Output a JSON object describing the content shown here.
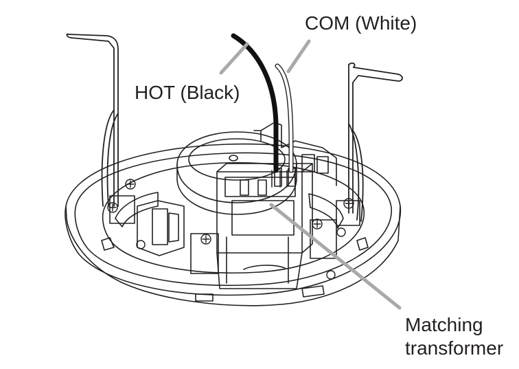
{
  "labels": {
    "com": "COM (White)",
    "hot": "HOT (Black)",
    "transformer_line1": "Matching",
    "transformer_line2": "transformer"
  },
  "colors": {
    "ink": "#231f20",
    "leader": "#a7a9ac",
    "hot_wire": "#111111",
    "com_wire": "#ffffff",
    "background": "#ffffff"
  }
}
